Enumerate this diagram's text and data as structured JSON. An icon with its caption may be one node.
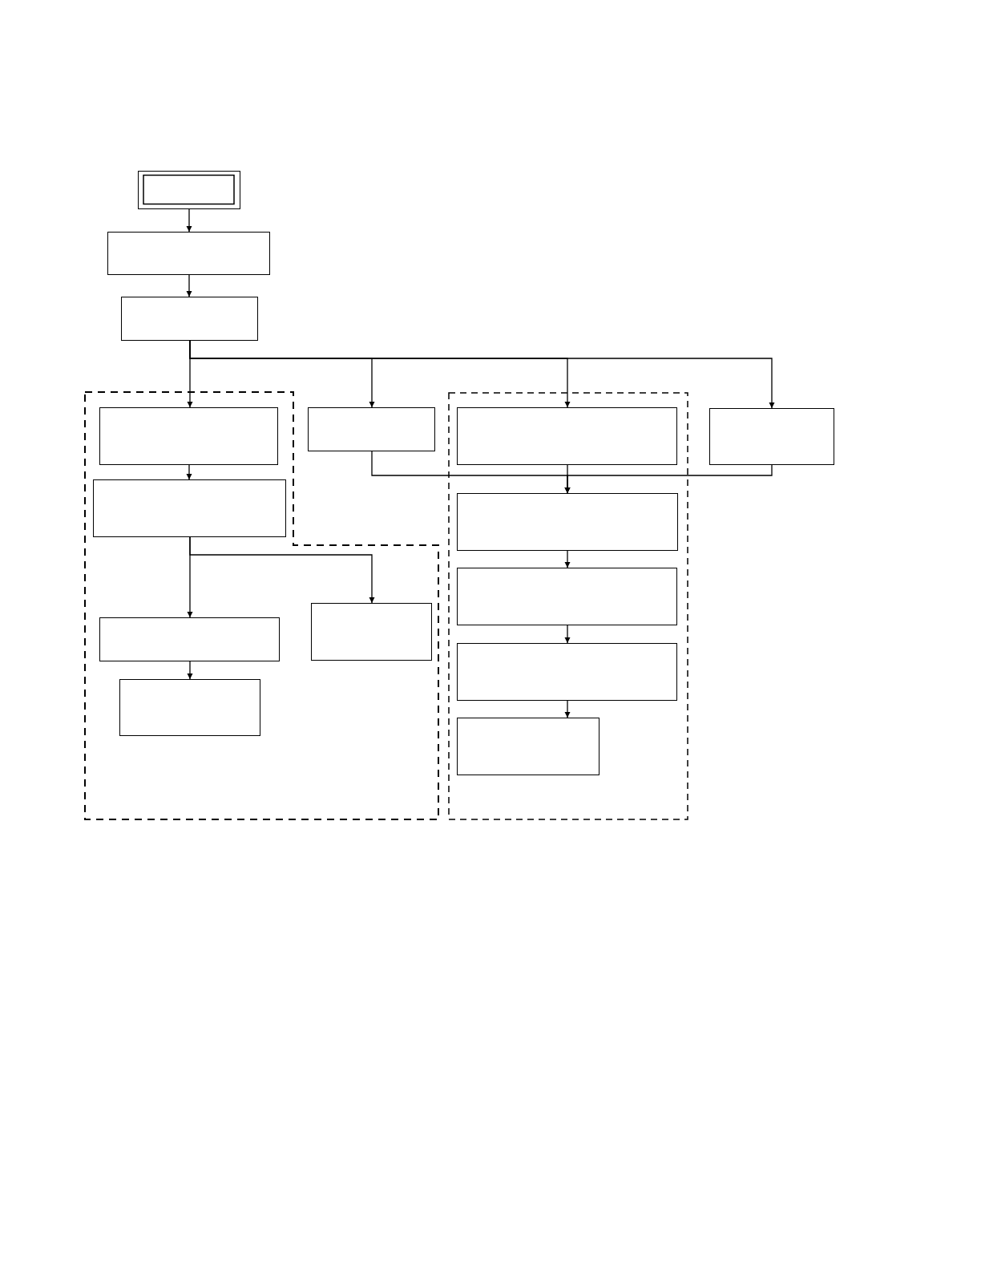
{
  "diagram": {
    "nodes": [
      {
        "text": [],
        "shape": "box"
      },
      {
        "text": [],
        "shape": "box"
      },
      {
        "text": [],
        "shape": "box"
      },
      {
        "text": [],
        "shape": "box"
      },
      {
        "text": [],
        "shape": "box",
        "in": 3
      },
      {
        "text": [],
        "shape": "box",
        "in": 3
      },
      {
        "text": [],
        "shape": "box",
        "in": 3
      },
      {
        "text": [],
        "shape": "box",
        "in": 3
      },
      {
        "text": [],
        "shape": "box",
        "in": 3
      },
      {
        "text": [],
        "shape": "box"
      },
      {
        "text": [],
        "shape": "box"
      },
      {
        "text": [],
        "shape": "box",
        "in": 10
      },
      {
        "text": [],
        "shape": "box",
        "in": 10
      },
      {
        "text": [],
        "shape": "box",
        "in": 10
      },
      {
        "text": [],
        "shape": "box",
        "in": 10
      },
      {
        "text": [],
        "shape": "box",
        "in": 10
      },
      {
        "text": [],
        "shape": "box"
      }
    ],
    "edges": [
      {
        "from": 0,
        "to": 1,
        "arrow": "to"
      },
      {
        "from": 1,
        "to": 2,
        "arrow": "to"
      },
      {
        "from": 2,
        "to": 4,
        "arrow": "to"
      },
      {
        "from": 2,
        "to": 9,
        "arrow": "to"
      },
      {
        "from": 2,
        "to": 11,
        "arrow": "to"
      },
      {
        "from": 2,
        "to": 16,
        "arrow": "to"
      },
      {
        "from": 4,
        "to": 5,
        "arrow": "to"
      },
      {
        "from": 5,
        "to": 6,
        "arrow": "to"
      },
      {
        "from": 5,
        "to": 8,
        "arrow": "to"
      },
      {
        "from": 6,
        "to": 7,
        "arrow": "to"
      },
      {
        "from": 11,
        "to": 12,
        "arrow": "to"
      },
      {
        "from": 9,
        "to": 12,
        "arrow": "to"
      },
      {
        "from": 16,
        "to": 12,
        "arrow": "to"
      },
      {
        "from": 12,
        "to": 13,
        "arrow": "to"
      },
      {
        "from": 13,
        "to": 14,
        "arrow": "to"
      },
      {
        "from": 14,
        "to": 15,
        "arrow": "to"
      }
    ]
  }
}
